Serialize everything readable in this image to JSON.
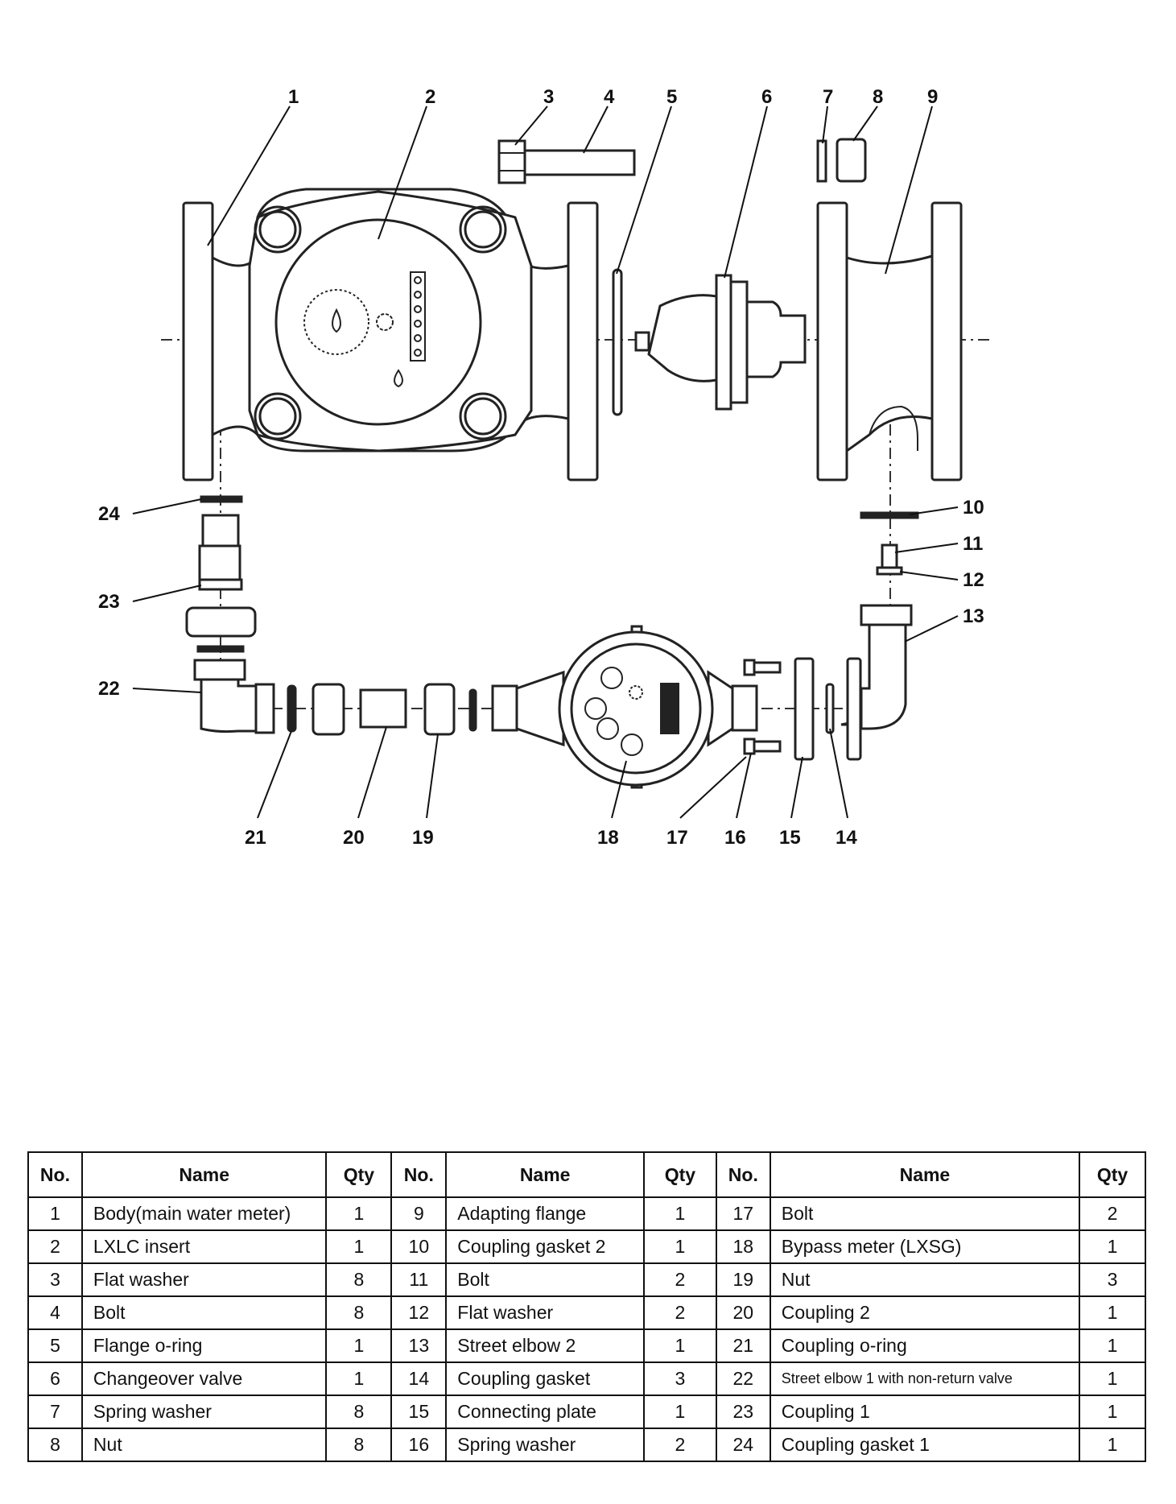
{
  "callouts": [
    "1",
    "2",
    "3",
    "4",
    "5",
    "6",
    "7",
    "8",
    "9",
    "10",
    "11",
    "12",
    "13",
    "14",
    "15",
    "16",
    "17",
    "18",
    "19",
    "20",
    "21",
    "22",
    "23",
    "24"
  ],
  "table": {
    "headers": [
      "No.",
      "Name",
      "Qty",
      "No.",
      "Name",
      "Qty",
      "No.",
      "Name",
      "Qty"
    ],
    "rows": [
      {
        "no1": "1",
        "name1": "Body(main water meter)",
        "qty1": "1",
        "no2": "9",
        "name2": "Adapting flange",
        "qty2": "1",
        "no3": "17",
        "name3": "Bolt",
        "qty3": "2"
      },
      {
        "no1": "2",
        "name1": "LXLC insert",
        "qty1": "1",
        "no2": "10",
        "name2": "Coupling gasket 2",
        "qty2": "1",
        "no3": "18",
        "name3": "Bypass meter (LXSG)",
        "qty3": "1"
      },
      {
        "no1": "3",
        "name1": "Flat washer",
        "qty1": "8",
        "no2": "11",
        "name2": "Bolt",
        "qty2": "2",
        "no3": "19",
        "name3": "Nut",
        "qty3": "3"
      },
      {
        "no1": "4",
        "name1": "Bolt",
        "qty1": "8",
        "no2": "12",
        "name2": "Flat washer",
        "qty2": "2",
        "no3": "20",
        "name3": "Coupling 2",
        "qty3": "1"
      },
      {
        "no1": "5",
        "name1": "Flange o-ring",
        "qty1": "1",
        "no2": "13",
        "name2": "Street elbow 2",
        "qty2": "1",
        "no3": "21",
        "name3": "Coupling o-ring",
        "qty3": "1"
      },
      {
        "no1": "6",
        "name1": "Changeover valve",
        "qty1": "1",
        "no2": "14",
        "name2": "Coupling gasket",
        "qty2": "3",
        "no3": "22",
        "name3": "Street elbow 1 with non-return valve",
        "qty3": "1"
      },
      {
        "no1": "7",
        "name1": "Spring washer",
        "qty1": "8",
        "no2": "15",
        "name2": "Connecting plate",
        "qty2": "1",
        "no3": "23",
        "name3": "Coupling 1",
        "qty3": "1"
      },
      {
        "no1": "8",
        "name1": "Nut",
        "qty1": "8",
        "no2": "16",
        "name2": "Spring washer",
        "qty2": "2",
        "no3": "24",
        "name3": "Coupling gasket 1",
        "qty3": "1"
      }
    ]
  }
}
